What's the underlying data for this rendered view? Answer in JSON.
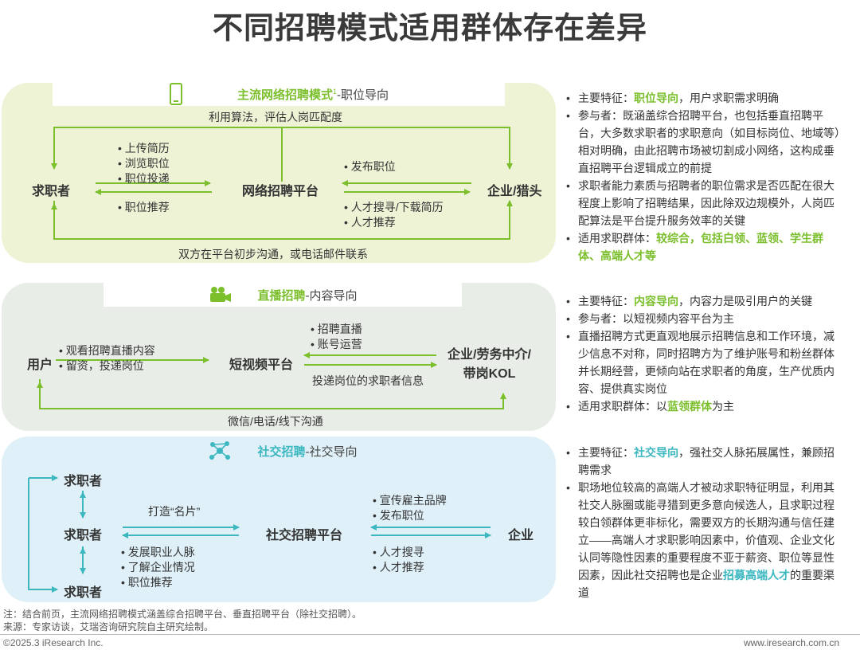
{
  "title": "不同招聘模式适用群体存在差异",
  "colors": {
    "green": "#7cbf2d",
    "teal": "#3db7c0",
    "panel1": "#eef3d6",
    "panel2": "#e8eee7",
    "panel3": "#dff0f8"
  },
  "section1": {
    "icon": "mobile-phone-icon",
    "header_hl": "主流网络招聘模式",
    "header_sup": "1",
    "header_rest": "-职位导向",
    "top_label": "利用算法，评估人岗匹配度",
    "bottom_label": "双方在平台初步沟通，或电话邮件联系",
    "node_left": "求职者",
    "node_center": "网络招聘平台",
    "node_right": "企业/猎头",
    "left_upper": [
      "上传简历",
      "浏览职位",
      "职位投递"
    ],
    "left_lower": [
      "职位推荐"
    ],
    "right_upper": [
      "发布职位"
    ],
    "right_lower": [
      "人才搜寻/下载简历",
      "人才推荐"
    ]
  },
  "section2": {
    "icon": "video-camera-icon",
    "header_hl": "直播招聘",
    "header_rest": "-内容导向",
    "bottom_label": "微信/电话/线下沟通",
    "node_left": "用户",
    "node_center": "短视频平台",
    "node_right_1": "企业/劳务中介/",
    "node_right_2": "带岗KOL",
    "left_items": [
      "观看招聘直播内容",
      "留资，投递岗位"
    ],
    "right_upper": [
      "招聘直播",
      "账号运营"
    ],
    "right_lower_text": "投递岗位的求职者信息"
  },
  "section3": {
    "icon": "network-icon",
    "header_hl": "社交招聘",
    "header_rest": "-社交导向",
    "node_seeker_top": "求职者",
    "node_seeker_mid": "求职者",
    "node_seeker_bottom": "求职者",
    "node_center": "社交招聘平台",
    "node_right": "企业",
    "left_upper_text": "打造“名片”",
    "left_lower": [
      "发展职业人脉",
      "了解企业情况",
      "职位推荐"
    ],
    "right_upper": [
      "宣传雇主品牌",
      "发布职位"
    ],
    "right_lower": [
      "人才搜寻",
      "人才推荐"
    ]
  },
  "right1": {
    "b1_pre": "主要特征：",
    "b1_hl": "职位导向",
    "b1_post": "，用户求职需求明确",
    "b2": "参与者：既涵盖综合招聘平台，也包括垂直招聘平台，大多数求职者的求职意向（如目标岗位、地域等）相对明确，由此招聘市场被切割成小网络，这构成垂直招聘平台逻辑成立的前提",
    "b3": "求职者能力素质与招聘者的职位需求是否匹配在很大程度上影响了招聘结果，因此除双边规模外，人岗匹配算法是平台提升服务效率的关键",
    "b4_pre": "适用求职群体：",
    "b4_hl": "较综合，包括白领、蓝领、学生群体、高端人才等"
  },
  "right2": {
    "b1_pre": "主要特征：",
    "b1_hl": "内容导向",
    "b1_post": "，内容力是吸引用户的关键",
    "b2": "参与者：以短视频内容平台为主",
    "b3": "直播招聘方式更直观地展示招聘信息和工作环境，减少信息不对称，同时招聘方为了维护账号和粉丝群体并长期经营，更倾向站在求职者的角度，生产优质内容、提供真实岗位",
    "b4_pre": "适用求职群体：以",
    "b4_hl": "蓝领群体",
    "b4_post": "为主"
  },
  "right3": {
    "b1_pre": "主要特征：",
    "b1_hl": "社交导向",
    "b1_post": "，强社交人脉拓展属性，兼顾招聘需求",
    "b2_pre": "职场地位较高的高端人才被动求职特征明显，利用其社交人脉圈或能寻猎到更多意向候选人，且求职过程较白领群体更非标化，需要双方的长期沟通与信任建立——高端人才求职影响因素中，价值观、企业文化认同等隐性因素的重要程度不亚于薪资、职位等显性因素，因此社交招聘也是企业",
    "b2_hl": "招募高端人才",
    "b2_post": "的重要渠道"
  },
  "footnote_1": "注：结合前页，主流网络招聘模式涵盖综合招聘平台、垂直招聘平台（除社交招聘）。",
  "footnote_2": "来源：专家访谈，艾瑞咨询研究院自主研究绘制。",
  "footer_left": "©2025.3 iResearch Inc.",
  "footer_right": "www.iresearch.com.cn"
}
